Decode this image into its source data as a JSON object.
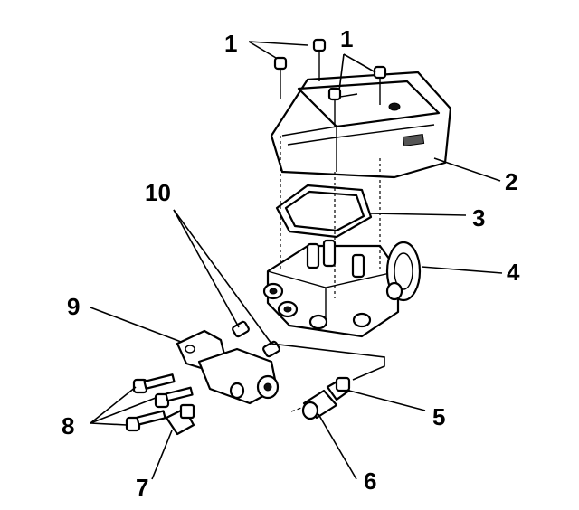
{
  "callouts": [
    {
      "id": "1a",
      "label": "1"
    },
    {
      "id": "1b",
      "label": "1"
    },
    {
      "id": "2",
      "label": "2"
    },
    {
      "id": "3",
      "label": "3"
    },
    {
      "id": "4",
      "label": "4"
    },
    {
      "id": "5",
      "label": "5"
    },
    {
      "id": "6",
      "label": "6"
    },
    {
      "id": "7",
      "label": "7"
    },
    {
      "id": "8",
      "label": "8"
    },
    {
      "id": "9",
      "label": "9"
    },
    {
      "id": "10",
      "label": "10"
    }
  ]
}
